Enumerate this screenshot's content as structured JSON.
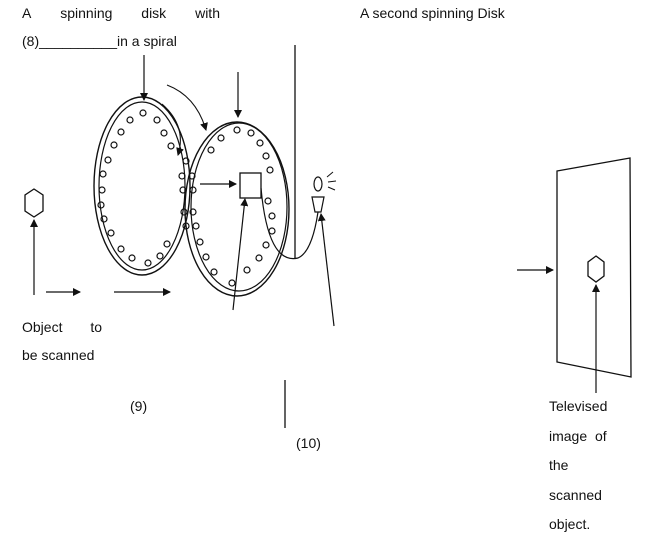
{
  "labels": {
    "disk1_line1": [
      "A",
      "spinning",
      "disk",
      "with"
    ],
    "disk1_blank_number": "(8)",
    "disk1_blank": "__________",
    "disk1_tail": "in a spiral",
    "disk2_title": "A second spinning Disk",
    "object_line1": [
      "Object",
      "to"
    ],
    "object_line2": "be scanned",
    "num9": "(9)",
    "num10": "(10)",
    "televised": [
      "Televised",
      "image of",
      "the",
      "scanned",
      "object."
    ]
  },
  "colors": {
    "ink": "#111111",
    "background": "#ffffff"
  }
}
